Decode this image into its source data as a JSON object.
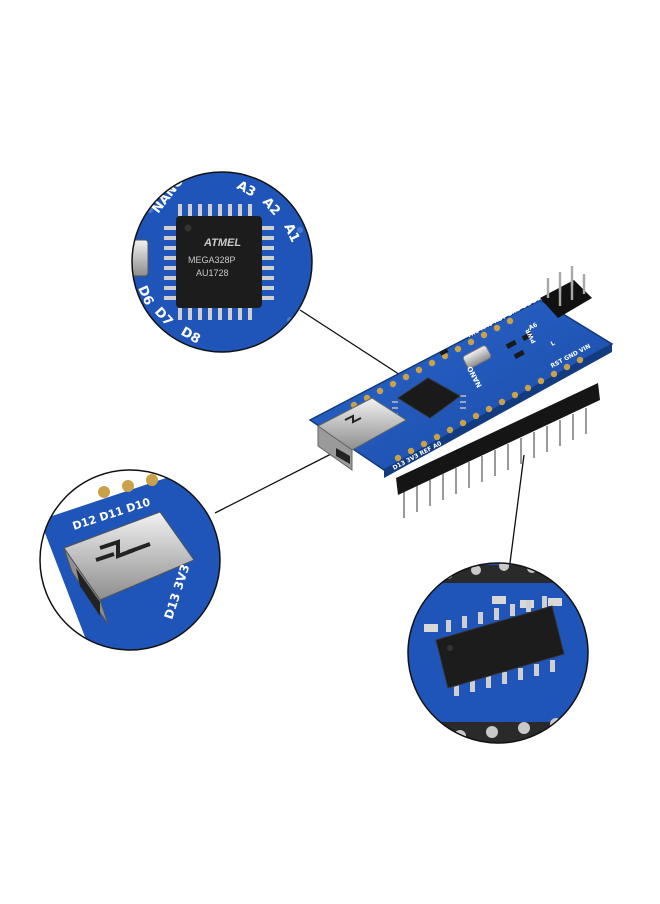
{
  "colors": {
    "pcb_blue": "#1f55b8",
    "pcb_dark": "#173f8a",
    "chip_black": "#1c1c1c",
    "metal": "#c9c9c9",
    "gold": "#c8a14a",
    "leader_line": "#111111"
  },
  "board_labels": {
    "top_edge": "TX1 RX0 RST GND D2 D3",
    "bottom_edge": "D13 3V3 REF A0",
    "pins_right": "RST GND VIN",
    "logo": "NANO",
    "pin_a6": "A6",
    "pwr": "PWR",
    "l_led": "L"
  },
  "zoom_chip": {
    "logo": "ATMEL",
    "line1": "MEGA328P",
    "line2": "AU1728",
    "labels": [
      "NANO",
      "A3",
      "A2",
      "A1",
      "D6",
      "D7",
      "D8"
    ]
  },
  "zoom_usb": {
    "top_label": "D12 D11 D10",
    "bottom_label": "D13 3V3"
  },
  "icons": [
    "usb-connector-icon",
    "chip-icon"
  ]
}
